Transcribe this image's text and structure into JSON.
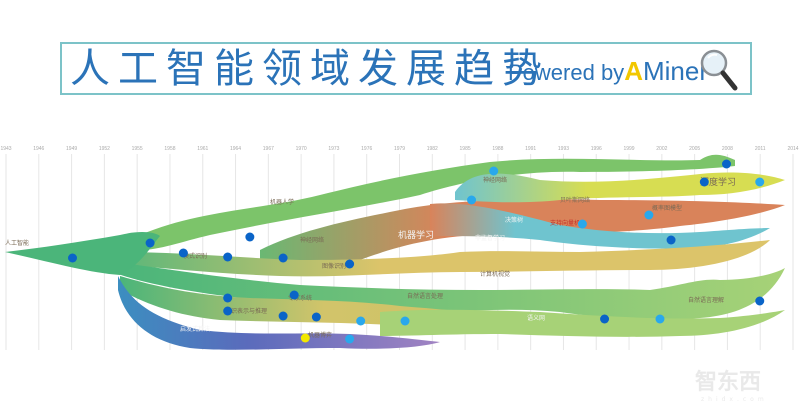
{
  "header": {
    "title": "人工智能领域发展趋势",
    "powered_prefix": "Powered by",
    "brand_a": "A",
    "brand_rest": "Miner"
  },
  "watermark": {
    "text": "智东西",
    "sub": "zhidx.com"
  },
  "chart_data": {
    "type": "area",
    "subtype": "streamgraph / topic-evolution river",
    "title": "人工智能领域发展趋势",
    "xlabel": "",
    "ylabel": "",
    "x_ticks": [
      "1943",
      "1946",
      "1949",
      "1952",
      "1955",
      "1958",
      "1961",
      "1964",
      "1967",
      "1970",
      "1973",
      "1976",
      "1979",
      "1982",
      "1985",
      "1988",
      "1991",
      "1993",
      "1996",
      "1999",
      "2002",
      "2005",
      "2008",
      "2011",
      "2014"
    ],
    "xlim": [
      1943,
      2014
    ],
    "grid": "vertical lines at each tick",
    "legend": "none (labels inline on streams)",
    "root": "人工智能",
    "streams": [
      {
        "name": "人工智能",
        "color": "#4bb57a",
        "start": 1943,
        "end": 1958,
        "role": "trunk"
      },
      {
        "name": "机器人学",
        "color": "#7cc46a",
        "start": 1956,
        "end": 2009
      },
      {
        "name": "神经网络",
        "color": "#74bf6e",
        "start": 1958,
        "end": 1979,
        "merges_into": "机器学习"
      },
      {
        "name": "机器学习",
        "color": "#d9835a",
        "start": 1979,
        "end": 2014
      },
      {
        "name": "神经网络",
        "color": "#d7dd52",
        "start": 1985,
        "end": 2014,
        "note": "second wave, becomes 深度学习"
      },
      {
        "name": "深度学习",
        "color": "#dde254",
        "start": 2002,
        "end": 2014
      },
      {
        "name": "贝叶斯网络",
        "color": "#d08c60",
        "start": 1991,
        "end": 2000
      },
      {
        "name": "支持向量机",
        "color": "#d9835a",
        "start": 1991,
        "end": 2002
      },
      {
        "name": "概率图模型",
        "color": "#d9835a",
        "start": 1999,
        "end": 2014
      },
      {
        "name": "决策树",
        "color": "#6fc4cf",
        "start": 1986,
        "end": 1996
      },
      {
        "name": "非监督学习",
        "color": "#6fc4cf",
        "start": 1985,
        "end": 2013
      },
      {
        "name": "模式识别",
        "color": "#5cb77a",
        "start": 1958,
        "end": 1976
      },
      {
        "name": "图像识别",
        "color": "#b7c66a",
        "start": 1970,
        "end": 1982
      },
      {
        "name": "计算机视觉",
        "color": "#dcc46a",
        "start": 1979,
        "end": 2013
      },
      {
        "name": "自然语言处理",
        "color": "#88c670",
        "start": 1958,
        "end": 2005
      },
      {
        "name": "自然语言理解",
        "color": "#9ccf72",
        "start": 2004,
        "end": 2014
      },
      {
        "name": "语义网",
        "color": "#a7d277",
        "start": 1985,
        "end": 2014
      },
      {
        "name": "专家系统",
        "color": "#d2c46a",
        "start": 1961,
        "end": 1985
      },
      {
        "name": "知识表示与推理",
        "color": "#c8c062",
        "start": 1958,
        "end": 1988
      },
      {
        "name": "启发式算法",
        "color": "#5a6bbc",
        "start": 1955,
        "end": 1976
      },
      {
        "name": "机器博弈",
        "color": "#9580bf",
        "start": 1970,
        "end": 1985
      }
    ],
    "milestones": [
      {
        "x": 1949,
        "stream": "人工智能",
        "color": "#0a64c8"
      },
      {
        "x": 1956,
        "stream": "人工智能",
        "color": "#0a64c8"
      },
      {
        "x": 1959,
        "stream": "模式识别",
        "color": "#0a64c8"
      },
      {
        "x": 1963,
        "stream": "模式识别",
        "color": "#0a64c8"
      },
      {
        "x": 1965,
        "stream": "神经网络",
        "color": "#0a64c8"
      },
      {
        "x": 1968,
        "stream": "模式识别",
        "color": "#0a64c8"
      },
      {
        "x": 1974,
        "stream": "图像识别",
        "color": "#0a64c8"
      },
      {
        "x": 1963,
        "stream": "专家系统",
        "color": "#0a64c8"
      },
      {
        "x": 1969,
        "stream": "专家系统",
        "color": "#0a64c8"
      },
      {
        "x": 1963,
        "stream": "知识表示与推理",
        "color": "#0a64c8"
      },
      {
        "x": 1968,
        "stream": "知识表示与推理",
        "color": "#0a64c8"
      },
      {
        "x": 1971,
        "stream": "知识表示与推理",
        "color": "#0a64c8"
      },
      {
        "x": 1975,
        "stream": "知识表示与推理",
        "color": "#29a8ec"
      },
      {
        "x": 1970,
        "stream": "机器博弈",
        "color": "#f2e800"
      },
      {
        "x": 1974,
        "stream": "机器博弈",
        "color": "#29a8ec"
      },
      {
        "x": 1985,
        "stream": "神经网络",
        "color": "#29a8ec"
      },
      {
        "x": 1987,
        "stream": "机器人学",
        "color": "#29a8ec"
      },
      {
        "x": 1995,
        "stream": "支持向量机",
        "color": "#29a8ec"
      },
      {
        "x": 2001,
        "stream": "概率图模型",
        "color": "#29a8ec"
      },
      {
        "x": 2003,
        "stream": "非监督学习",
        "color": "#0a64c8"
      },
      {
        "x": 2006,
        "stream": "深度学习",
        "color": "#0a64c8"
      },
      {
        "x": 2008,
        "stream": "机器人学",
        "color": "#0a64c8"
      },
      {
        "x": 2011,
        "stream": "深度学习",
        "color": "#29a8ec"
      },
      {
        "x": 1979,
        "stream": "语义网",
        "color": "#29a8ec"
      },
      {
        "x": 1997,
        "stream": "语义网",
        "color": "#0a64c8"
      },
      {
        "x": 2002,
        "stream": "语义网",
        "color": "#29a8ec"
      },
      {
        "x": 2011,
        "stream": "自然语言理解",
        "color": "#0a64c8"
      }
    ]
  }
}
